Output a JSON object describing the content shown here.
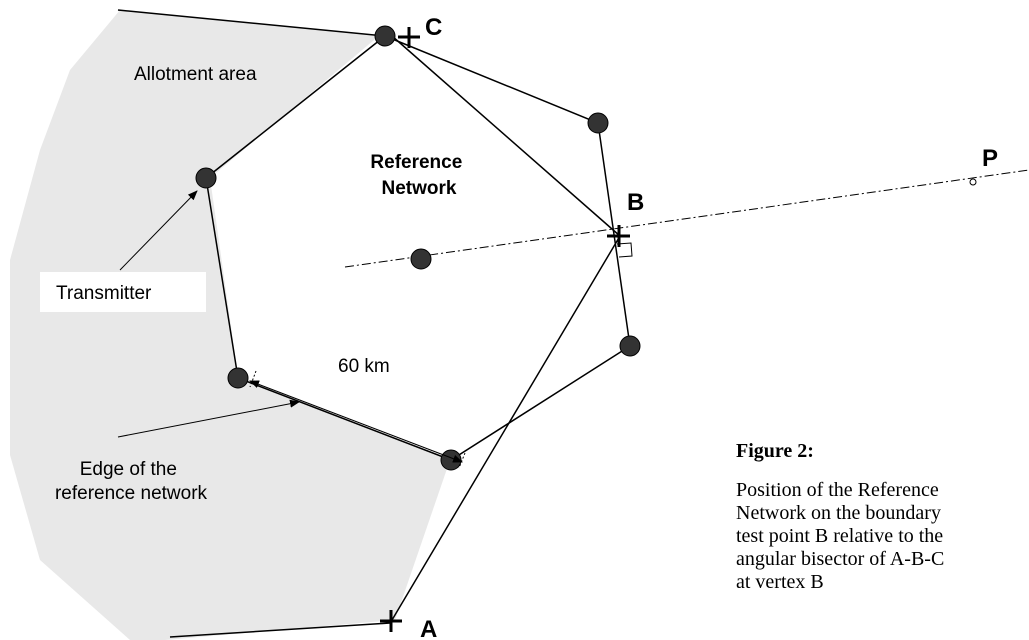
{
  "labels": {
    "allotment_area": "Allotment area",
    "reference_network": "Reference\nNetwork",
    "transmitter": "Transmitter",
    "distance": "60 km",
    "edge": "Edge of the\nreference network"
  },
  "points": {
    "A": "A",
    "B": "B",
    "C": "C",
    "P": "P"
  },
  "caption": {
    "title": "Figure 2:",
    "text": "Position of the Reference\nNetwork on the boundary\ntest point B relative to the\nangular bisector of A-B-C\nat vertex B"
  },
  "colors": {
    "allotment_fill": "#e8e8e8",
    "transmitter_fill": "#333333",
    "lines": "#000000"
  }
}
